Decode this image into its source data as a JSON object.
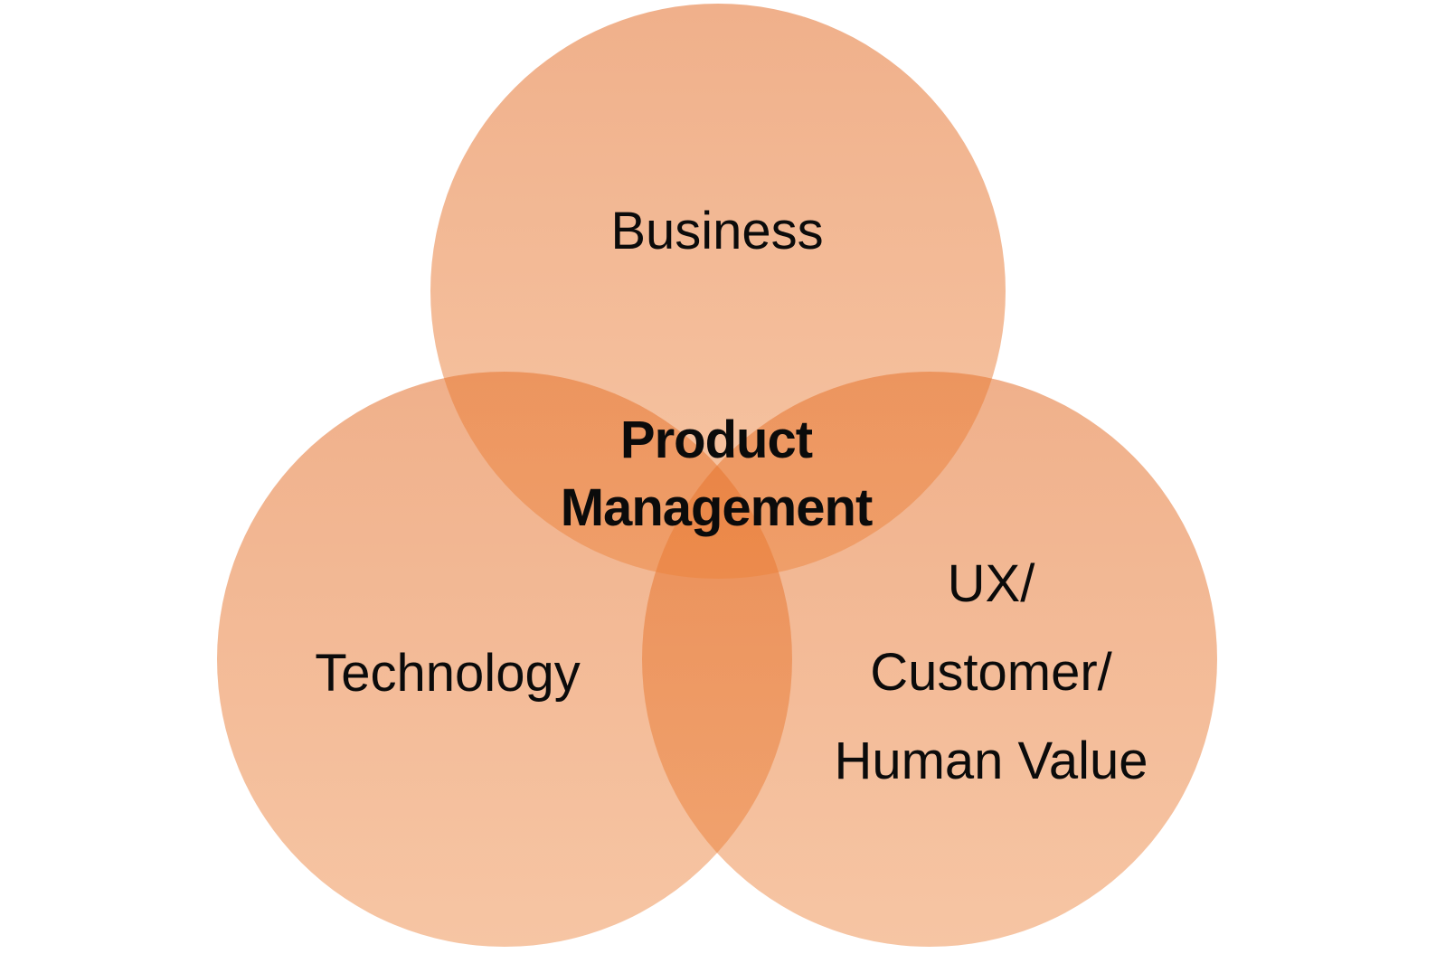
{
  "diagram": {
    "type": "venn",
    "description": "Three-circle Venn diagram where Business, Technology and UX/Customer/Human Value overlap to form Product Management",
    "background_color": "#FFFFFF",
    "text_color": "#0B0B0B",
    "circle_fill_color": "#ED7D31",
    "circle_fill_top_shade": "#E2671F",
    "circle_fill_bottom_shade": "#EC8138",
    "single_region_color": "#F5BC96",
    "pairwise_overlap_color": "#EC9051",
    "center_overlap_color": "#EFA068",
    "circles": [
      {
        "id": "business",
        "position": "top",
        "label": "Business"
      },
      {
        "id": "technology",
        "position": "bottom-left",
        "label": "Technology"
      },
      {
        "id": "ux-customer-human-value",
        "position": "bottom-right",
        "lines": [
          "UX/",
          "Customer/",
          "Human Value"
        ]
      }
    ],
    "center": {
      "id": "product-management",
      "lines": [
        "Product",
        "Management"
      ],
      "bold": true
    }
  }
}
